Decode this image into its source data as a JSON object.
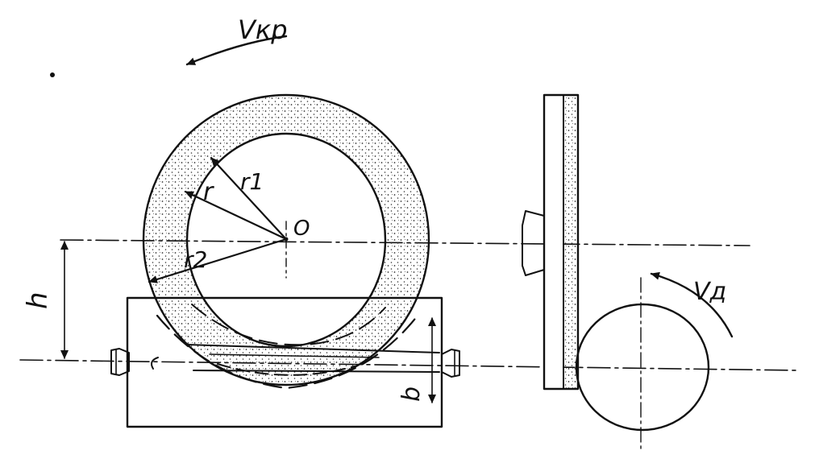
{
  "labels": {
    "v_kr": "Vкр",
    "v_d": "Vд",
    "center": "O",
    "r": "r",
    "r1": "r1",
    "r2": "r2",
    "h": "h",
    "b": "b"
  },
  "colors": {
    "ink": "#111111",
    "paper": "#ffffff",
    "grain": "#333333"
  }
}
